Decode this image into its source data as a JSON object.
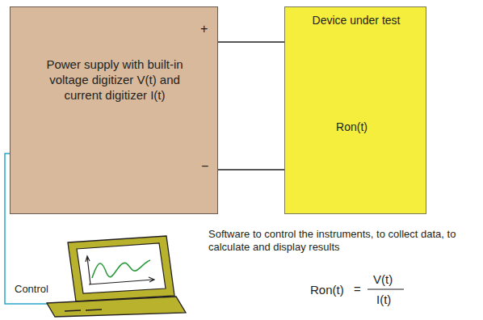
{
  "diagram": {
    "nodes": [
      {
        "text": [
          "Power supply with built-in voltage digitizer V(t) and current digitizer I(t)"
        ]
      },
      {
        "text": [
          "Device under test",
          "Ron(t)"
        ]
      }
    ],
    "edges": [
      {
        "from": 0,
        "to": 1,
        "arrow": "none"
      },
      {
        "from": 0,
        "to": 1,
        "arrow": "none"
      }
    ],
    "labels": [
      "+",
      "−",
      "Software to control the instruments, to collect data, to calculate and display results",
      "Control",
      "Ron(t)",
      "=",
      "V(t)",
      "I(t)"
    ]
  }
}
